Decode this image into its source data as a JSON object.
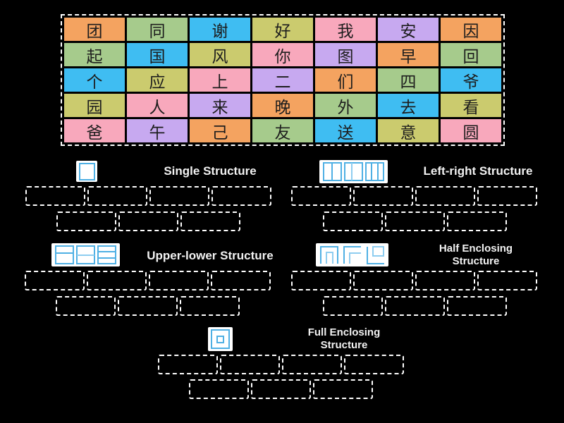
{
  "palette": {
    "orange": "#f4a360",
    "green": "#a6cb8c",
    "blue": "#3fbdf2",
    "olive": "#cbcb6e",
    "pink": "#f8a8bc",
    "purple": "#c7a9f0",
    "icon_stroke": "#4fb0e4",
    "label_color": "#f2f2f2",
    "tile_text": "#1d1d1d",
    "background": "#000000"
  },
  "board": {
    "columns": 7,
    "rows": 5,
    "tiles": [
      {
        "char": "团",
        "color": "orange"
      },
      {
        "char": "同",
        "color": "green"
      },
      {
        "char": "谢",
        "color": "blue"
      },
      {
        "char": "好",
        "color": "olive"
      },
      {
        "char": "我",
        "color": "pink"
      },
      {
        "char": "安",
        "color": "purple"
      },
      {
        "char": "因",
        "color": "orange"
      },
      {
        "char": "起",
        "color": "green"
      },
      {
        "char": "国",
        "color": "blue"
      },
      {
        "char": "风",
        "color": "olive"
      },
      {
        "char": "你",
        "color": "pink"
      },
      {
        "char": "图",
        "color": "purple"
      },
      {
        "char": "早",
        "color": "orange"
      },
      {
        "char": "回",
        "color": "green"
      },
      {
        "char": "个",
        "color": "blue"
      },
      {
        "char": "应",
        "color": "olive"
      },
      {
        "char": "上",
        "color": "pink"
      },
      {
        "char": "二",
        "color": "purple"
      },
      {
        "char": "们",
        "color": "orange"
      },
      {
        "char": "四",
        "color": "green"
      },
      {
        "char": "爷",
        "color": "blue"
      },
      {
        "char": "园",
        "color": "olive"
      },
      {
        "char": "人",
        "color": "pink"
      },
      {
        "char": "来",
        "color": "purple"
      },
      {
        "char": "晚",
        "color": "orange"
      },
      {
        "char": "外",
        "color": "green"
      },
      {
        "char": "去",
        "color": "blue"
      },
      {
        "char": "看",
        "color": "olive"
      },
      {
        "char": "爸",
        "color": "pink"
      },
      {
        "char": "午",
        "color": "purple"
      },
      {
        "char": "己",
        "color": "orange"
      },
      {
        "char": "友",
        "color": "green"
      },
      {
        "char": "送",
        "color": "blue"
      },
      {
        "char": "意",
        "color": "olive"
      },
      {
        "char": "圆",
        "color": "pink"
      }
    ]
  },
  "groups": [
    {
      "name": "single",
      "label": "Single Structure",
      "icon": "single-structure-icon",
      "slots_row1": "4",
      "slots_row2": "3"
    },
    {
      "name": "left-right",
      "label": "Left-right Structure",
      "icon": "left-right-structure-icon",
      "slots_row1": "4",
      "slots_row2": "3"
    },
    {
      "name": "upper-lower",
      "label": "Upper-lower Structure",
      "icon": "upper-lower-structure-icon",
      "slots_row1": "4",
      "slots_row2": "3"
    },
    {
      "name": "half-enclosing",
      "label": "Half Enclosing Structure",
      "label_line1": "Half Enclosing",
      "label_line2": "Structure",
      "icon": "half-enclosing-structure-icon",
      "slots_row1": "4",
      "slots_row2": "3"
    },
    {
      "name": "full-enclosing",
      "label": "Full Enclosing Structure",
      "label_line1": "Full Enclosing",
      "label_line2": "Structure",
      "icon": "full-enclosing-structure-icon",
      "slots_row1": "4",
      "slots_row2": "3"
    }
  ]
}
